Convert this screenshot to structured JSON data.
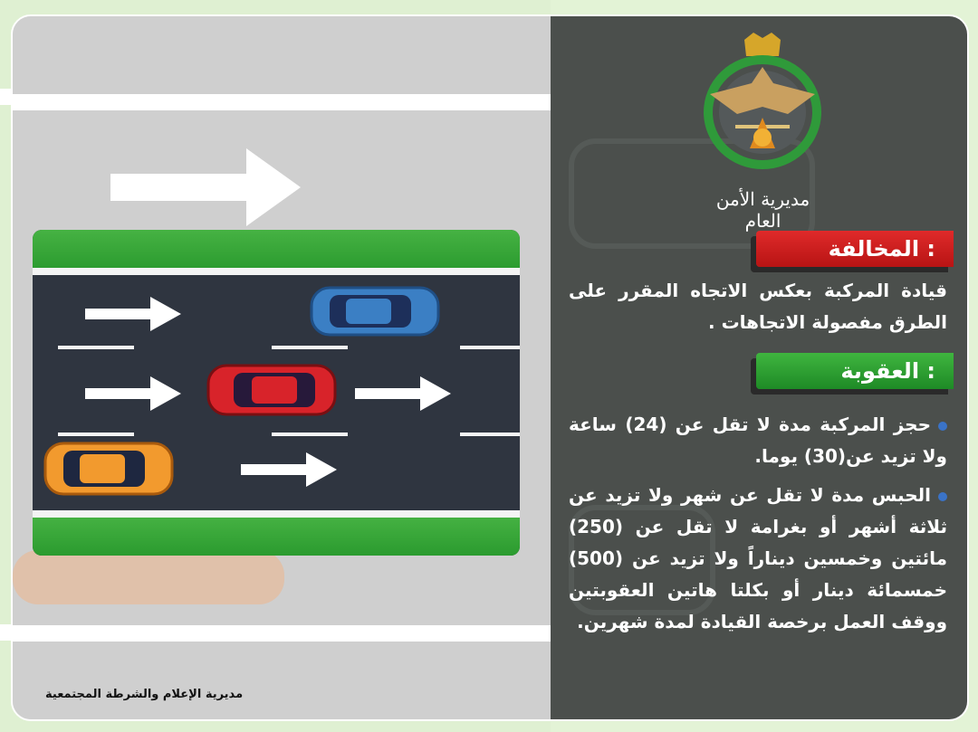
{
  "header": {
    "logo_text": "مديرية الأمن العام"
  },
  "violation": {
    "title": "المخالفة :",
    "text": "قيادة المركبة بعكس الاتجاه المقرر على الطرق مفصولة الاتجاهات ."
  },
  "penalty": {
    "title": "العقوبة :",
    "items": [
      "حجز المركبة مدة لا تقل عن (24) ساعة ولا تزيد عن(30) يوما.",
      "الحبس مدة لا تقل عن شهر ولا تزيد عن ثلاثة أشهر أو بغرامة لا تقل عن (250) مائتين وخمسين ديناراً ولا تزيد عن (500) خمسمائة دينار أو بكلتا هاتين العقوبتين ووقف العمل برخصة القيادة لمدة شهرين."
    ]
  },
  "footer": {
    "text": "مديرية الإعلام والشرطة المجتمعية"
  },
  "colors": {
    "violation_tag": "#c8191b",
    "penalty_tag": "#23922a",
    "panel": "#4b4f4c",
    "road": "#2f3540",
    "grass": "#3aa83a"
  },
  "icons": {
    "logo": "public-security-emblem-icon",
    "traffic_arrow": "arrow-right-icon"
  }
}
